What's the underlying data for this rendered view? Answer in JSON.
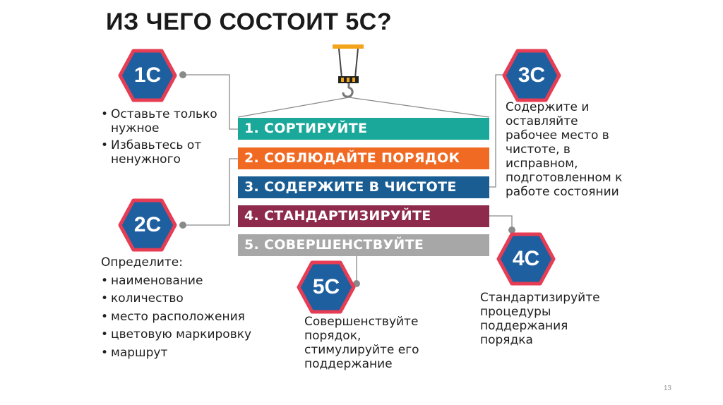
{
  "title": "ИЗ ЧЕГО СОСТОИТ 5С?",
  "steps": [
    {
      "label": "1. СОРТИРУЙТЕ",
      "color": "#1aa89b"
    },
    {
      "label": "2. СОБЛЮДАЙТЕ ПОРЯДОК",
      "color": "#f06a24"
    },
    {
      "label": "3. СОДЕРЖИТЕ В ЧИСТОТЕ",
      "color": "#1a5d93"
    },
    {
      "label": "4. СТАНДАРТИЗИРУЙТЕ",
      "color": "#8e2a4c"
    },
    {
      "label": "5. СОВЕРШЕНСТВУЙТЕ",
      "color": "#a7a7a7"
    }
  ],
  "badges": {
    "s1": "1С",
    "s2": "2С",
    "s3": "3С",
    "s4": "4С",
    "s5": "5С"
  },
  "badge_colors": {
    "fill": "#1e5fa0",
    "border": "#e63d55"
  },
  "s1_items": [
    "Оставьте только нужное",
    "Избавьтесь от ненужного"
  ],
  "s2_intro": "Определите:",
  "s2_items": [
    "наименование",
    "количество",
    "место расположения",
    "цветовую маркировку",
    "маршрут"
  ],
  "s3_text": "Содержите и оставляйте рабочее место в чистоте, в исправном, подготовленном к работе состоянии",
  "s4_text": "Стандартизируйте процедуры поддержания порядка",
  "s5_text": "Совершенствуйте порядок, стимулируйте его поддержание",
  "page_number": "13"
}
